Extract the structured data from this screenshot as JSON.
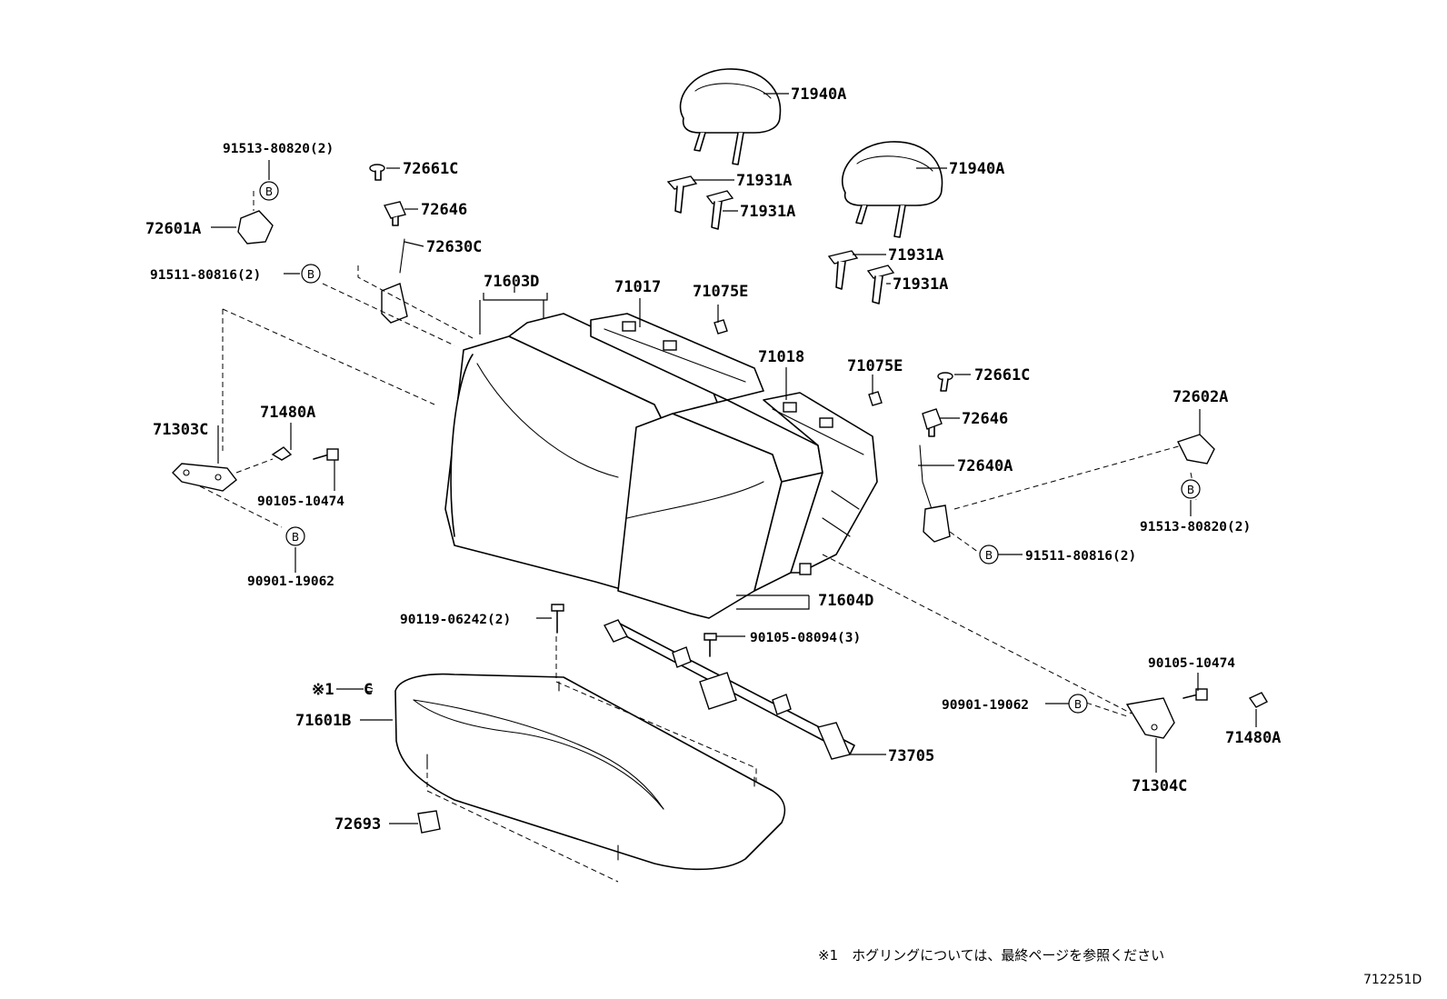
{
  "labels": {
    "p71940A_1": "71940A",
    "p71940A_2": "71940A",
    "p71931A_1": "71931A",
    "p71931A_2": "71931A",
    "p71931A_3": "71931A",
    "p71931A_4": "71931A",
    "p91513_L": "91513-80820(2)",
    "p72661C_L": "72661C",
    "p72646_L": "72646",
    "p72601A": "72601A",
    "p72630C": "72630C",
    "p91511_L": "91511-80816(2)",
    "p71603D": "71603D",
    "p71017": "71017",
    "p71075E_1": "71075E",
    "p71018": "71018",
    "p71075E_2": "71075E",
    "p72661C_R": "72661C",
    "p72646_R": "72646",
    "p72602A": "72602A",
    "p72640A": "72640A",
    "p71303C": "71303C",
    "p71480A_L": "71480A",
    "p90105_10474_L": "90105-10474",
    "p90901_L": "90901-19062",
    "p91513_R": "91513-80820(2)",
    "p91511_R": "91511-80816(2)",
    "p71604D": "71604D",
    "p90119": "90119-06242(2)",
    "p90105_08094": "90105-08094(3)",
    "p_note_ref": "※1",
    "p71601B": "71601B",
    "p73705": "73705",
    "p72693": "72693",
    "p90105_10474_R": "90105-10474",
    "p90901_R": "90901-19062",
    "p71480A_R": "71480A",
    "p71304C": "71304C"
  },
  "marker": "B",
  "hog_ring_mark": "C",
  "footnote": "※1　ホグリングについては、最終ページを参照ください",
  "figure_code": "712251D"
}
